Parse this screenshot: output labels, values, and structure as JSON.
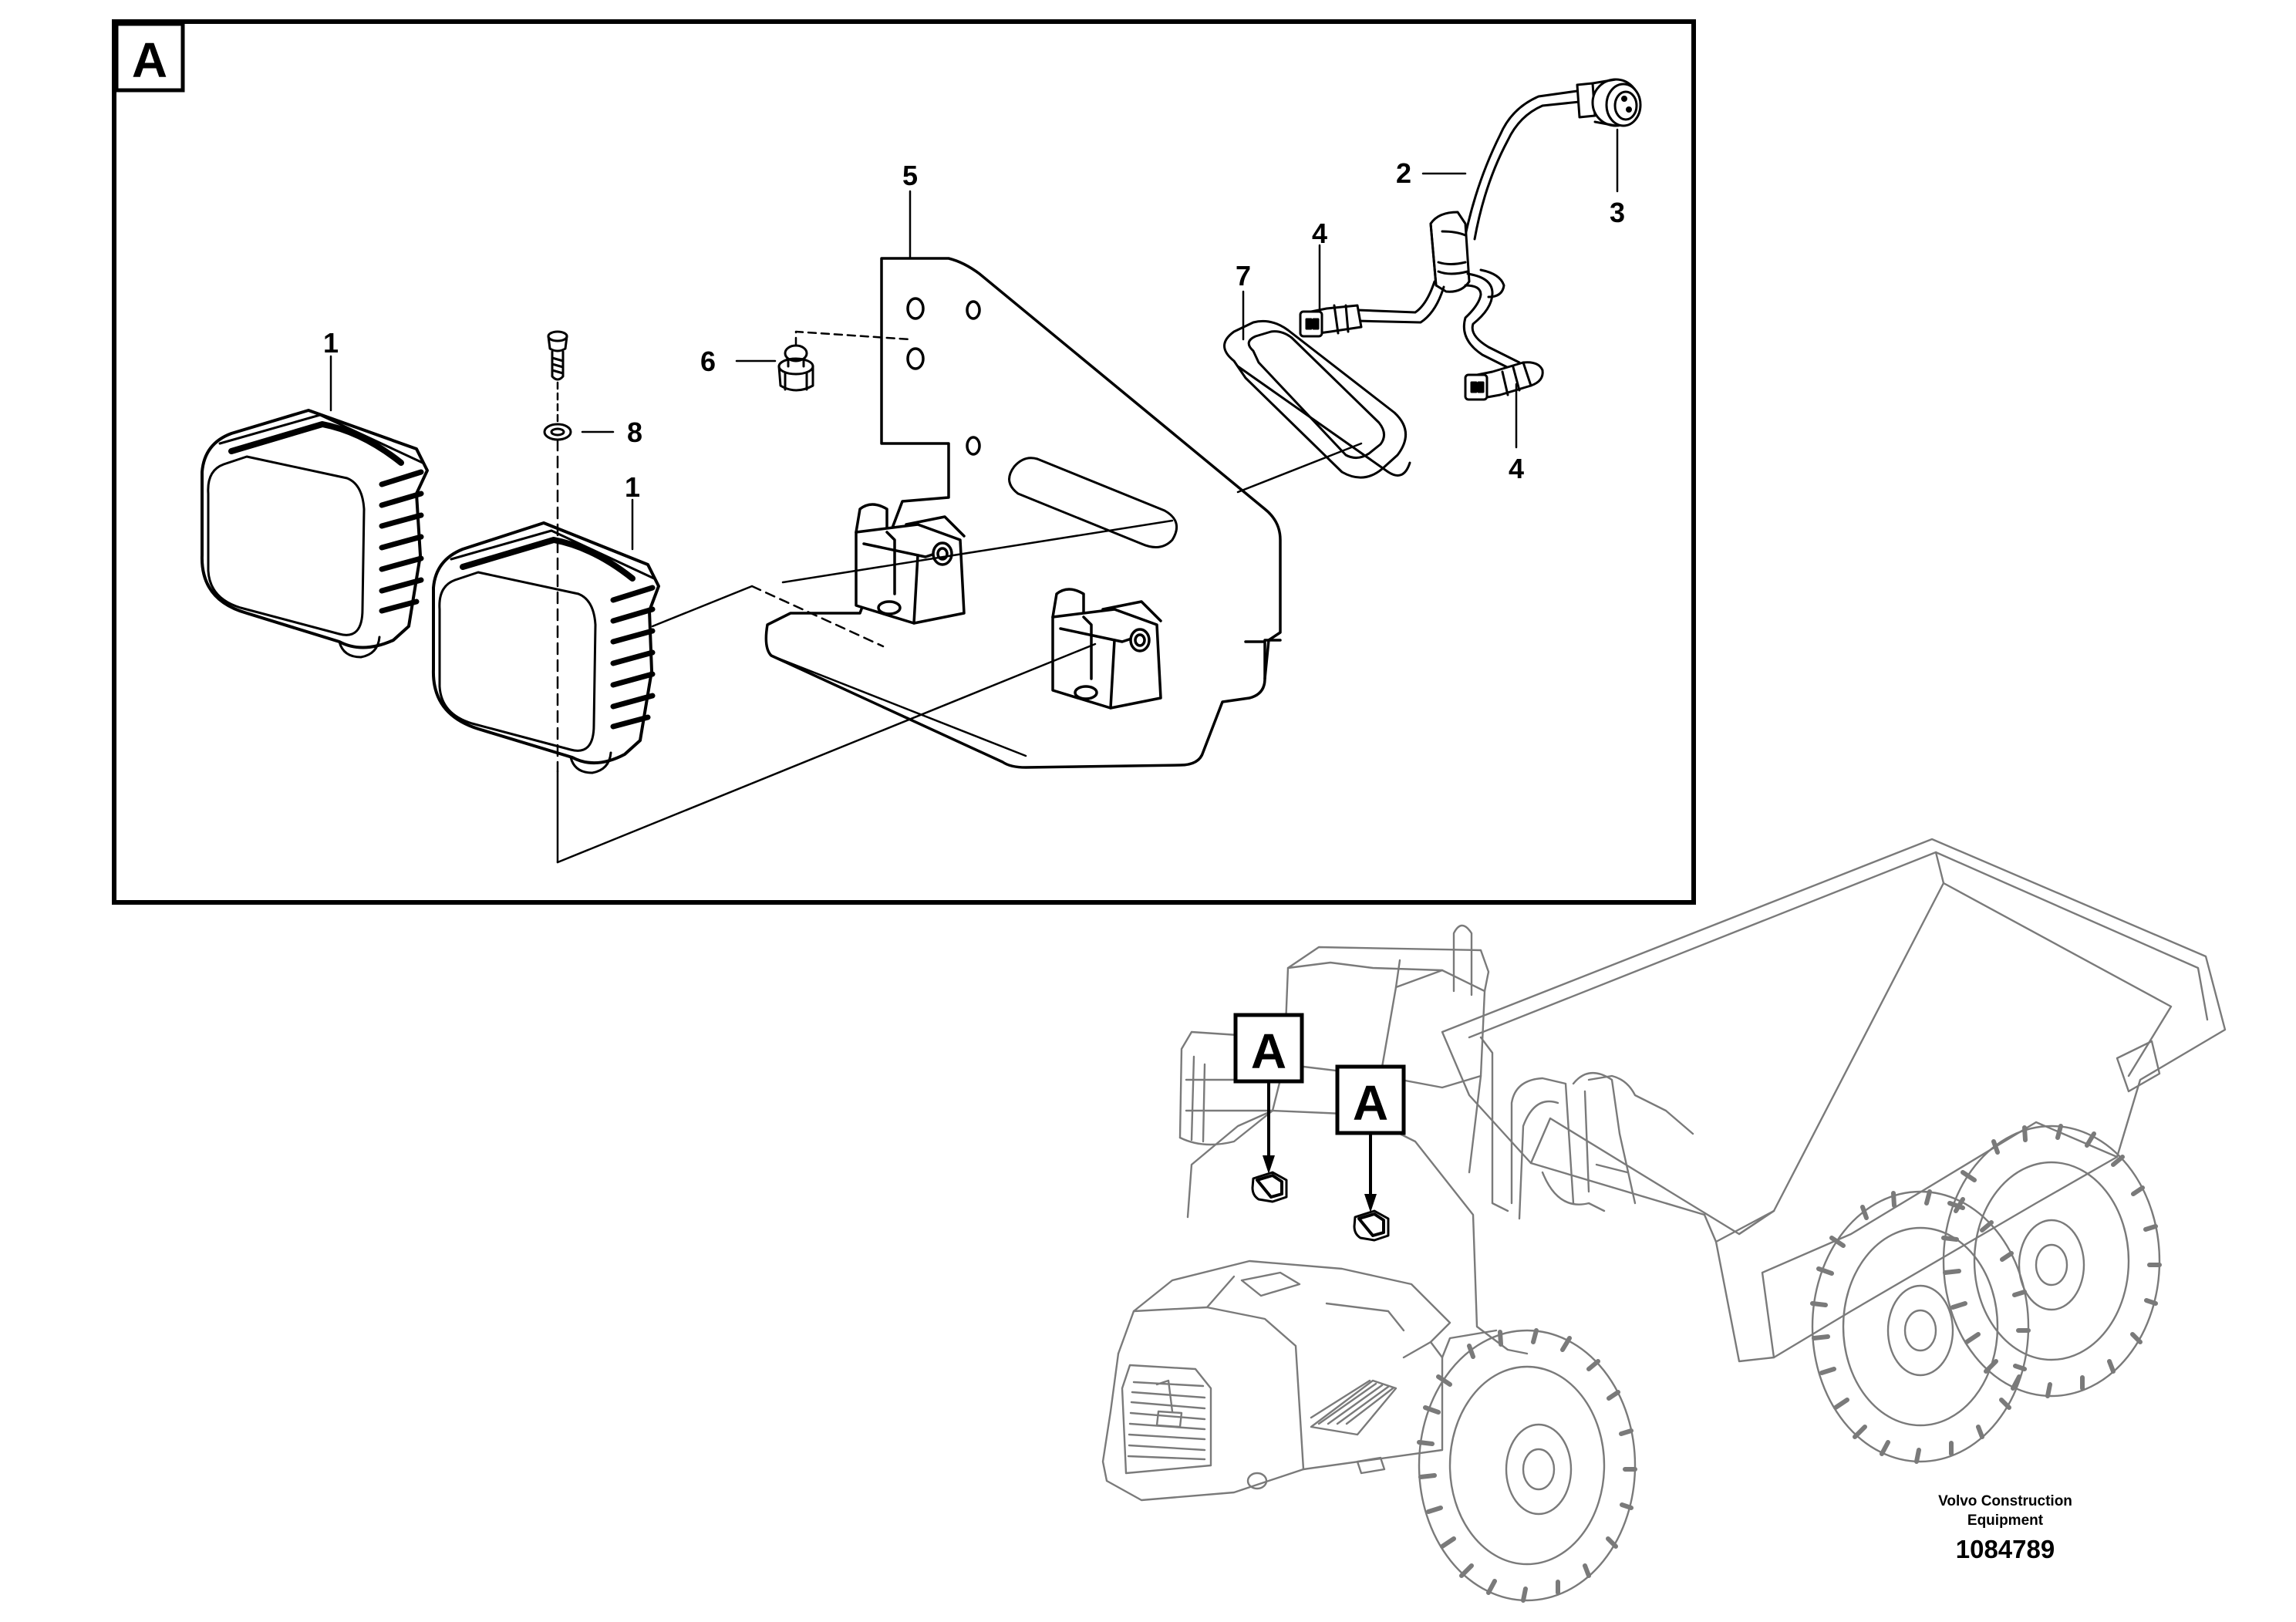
{
  "detail_view": {
    "label": "A"
  },
  "callouts": [
    {
      "id": "c1a",
      "text": "1"
    },
    {
      "id": "c1b",
      "text": "1"
    },
    {
      "id": "c2",
      "text": "2"
    },
    {
      "id": "c3",
      "text": "3"
    },
    {
      "id": "c4a",
      "text": "4"
    },
    {
      "id": "c4b",
      "text": "4"
    },
    {
      "id": "c5",
      "text": "5"
    },
    {
      "id": "c6",
      "text": "6"
    },
    {
      "id": "c7",
      "text": "7"
    },
    {
      "id": "c8",
      "text": "8"
    }
  ],
  "location_markers": [
    {
      "label": "A"
    },
    {
      "label": "A"
    }
  ],
  "footer": {
    "maker_line1": "Volvo Construction",
    "maker_line2": "Equipment",
    "drawing_number": "1084789"
  },
  "colors": {
    "line": "#000000",
    "machine_outline": "#7a7a7a",
    "background": "#ffffff"
  },
  "icons": [
    "work-lamp-icon",
    "mounting-bracket-icon",
    "wiring-harness-icon",
    "connector-plug-icon",
    "screw-icon",
    "flange-screw-icon",
    "washer-icon",
    "rubber-grommet-icon",
    "articulated-hauler-icon"
  ]
}
